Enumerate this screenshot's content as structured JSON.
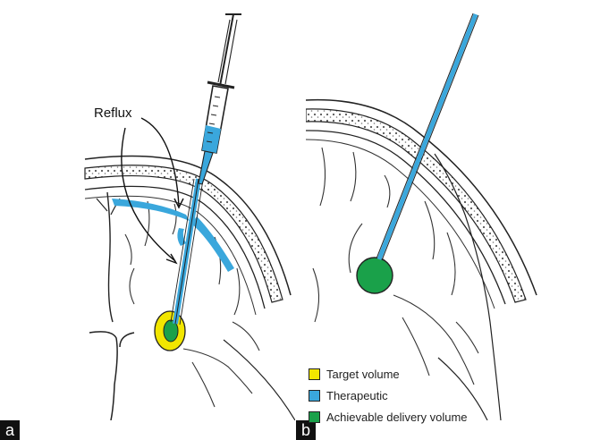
{
  "labels": {
    "reflux": "Reflux",
    "panel_a": "a",
    "panel_b": "b"
  },
  "legend": [
    {
      "label": "Target volume",
      "color": "#f2e600"
    },
    {
      "label": "Therapeutic",
      "color": "#3aa7dc"
    },
    {
      "label": "Achievable delivery volume",
      "color": "#1aa14a"
    }
  ],
  "colors": {
    "outline": "#222222",
    "therapeutic": "#3aa7dc",
    "target": "#f2e600",
    "delivery": "#1aa14a"
  }
}
